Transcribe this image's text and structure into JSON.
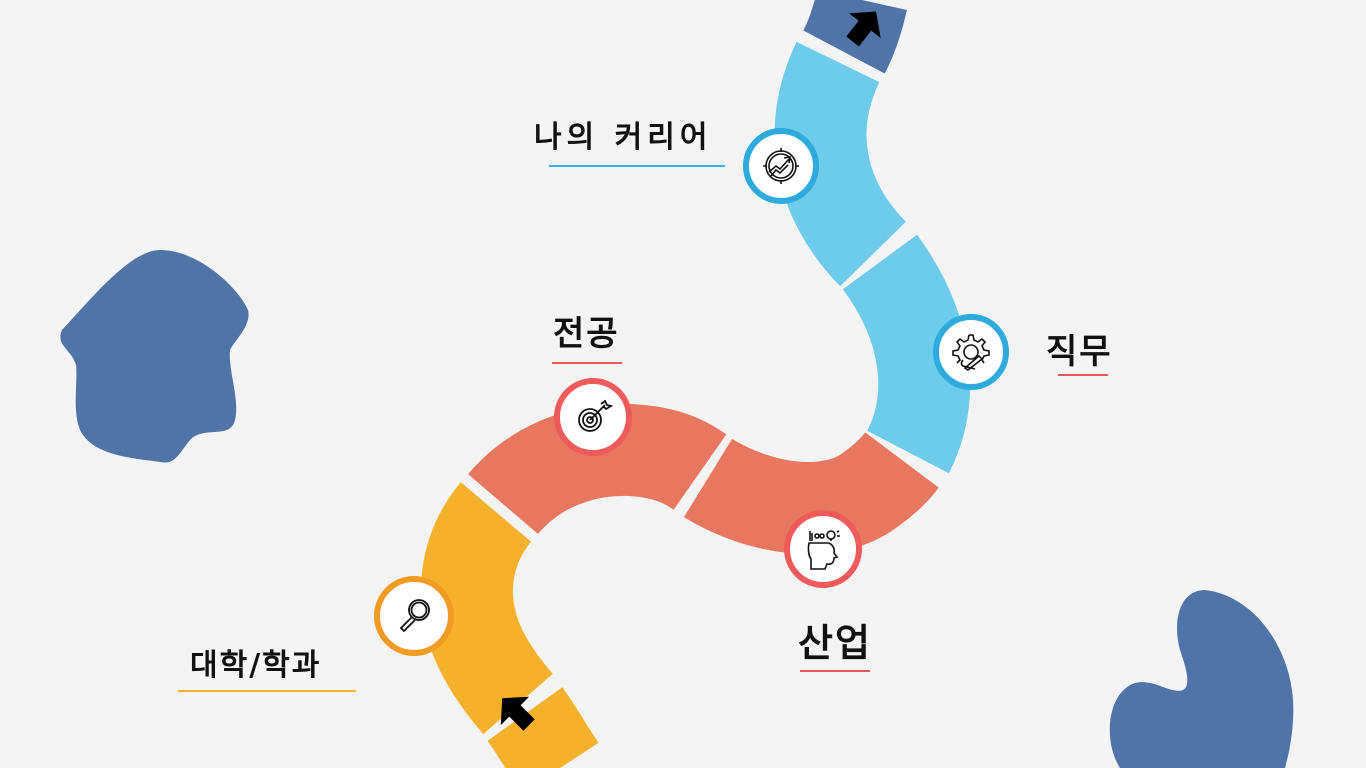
{
  "colors": {
    "background": "#f4f4f4",
    "blob": "#5174a8",
    "road_yellow": "#f6b12c",
    "road_coral": "#e8775f",
    "road_light_blue": "#6ecbec",
    "road_dark_blue": "#5174a8",
    "ring_orange": "#f29b22",
    "ring_red": "#ef5a5a",
    "ring_blue": "#2eaadc",
    "underline_blue": "#3ab0e2",
    "underline_red": "#ef5a5a",
    "underline_yellow": "#f6b12c"
  },
  "milestones": [
    {
      "id": "university",
      "label": "대학/학과",
      "icon": "magnifier-icon"
    },
    {
      "id": "major",
      "label": "전공",
      "icon": "target-dart-icon"
    },
    {
      "id": "industry",
      "label": "산업",
      "icon": "head-ideas-icon"
    },
    {
      "id": "job",
      "label": "직무",
      "icon": "gear-tools-icon"
    },
    {
      "id": "career",
      "label": "나의 커리어",
      "icon": "growth-target-icon"
    }
  ],
  "arrows": [
    {
      "id": "start",
      "icon": "arrow-up-left-icon"
    },
    {
      "id": "end",
      "icon": "arrow-up-right-icon"
    }
  ]
}
